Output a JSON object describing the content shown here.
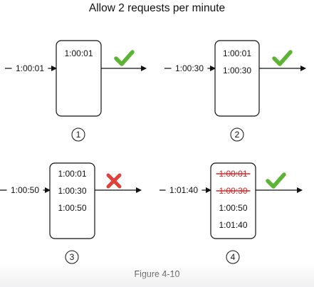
{
  "title": "Allow 2 requests per minute",
  "caption": "Figure 4-10",
  "colors": {
    "accept": "#5bb434",
    "reject": "#e0413a",
    "strike": "#d32626",
    "stroke": "#111111"
  },
  "panels": [
    {
      "step": "1",
      "incoming": "1:00:01",
      "log": [
        {
          "time": "1:00:01",
          "removed": false
        }
      ],
      "result": "allowed",
      "result_icon": "check-mark-icon"
    },
    {
      "step": "2",
      "incoming": "1:00:30",
      "log": [
        {
          "time": "1:00:01",
          "removed": false
        },
        {
          "time": "1:00:30",
          "removed": false
        }
      ],
      "result": "allowed",
      "result_icon": "check-mark-icon"
    },
    {
      "step": "3",
      "incoming": "1:00:50",
      "log": [
        {
          "time": "1:00:01",
          "removed": false
        },
        {
          "time": "1:00:30",
          "removed": false
        },
        {
          "time": "1:00:50",
          "removed": false
        }
      ],
      "result": "rejected",
      "result_icon": "cross-mark-icon"
    },
    {
      "step": "4",
      "incoming": "1:01:40",
      "log": [
        {
          "time": "1:00:01",
          "removed": true
        },
        {
          "time": "1:00:30",
          "removed": true
        },
        {
          "time": "1:00:50",
          "removed": false
        },
        {
          "time": "1:01:40",
          "removed": false
        }
      ],
      "result": "allowed",
      "result_icon": "check-mark-icon"
    }
  ]
}
